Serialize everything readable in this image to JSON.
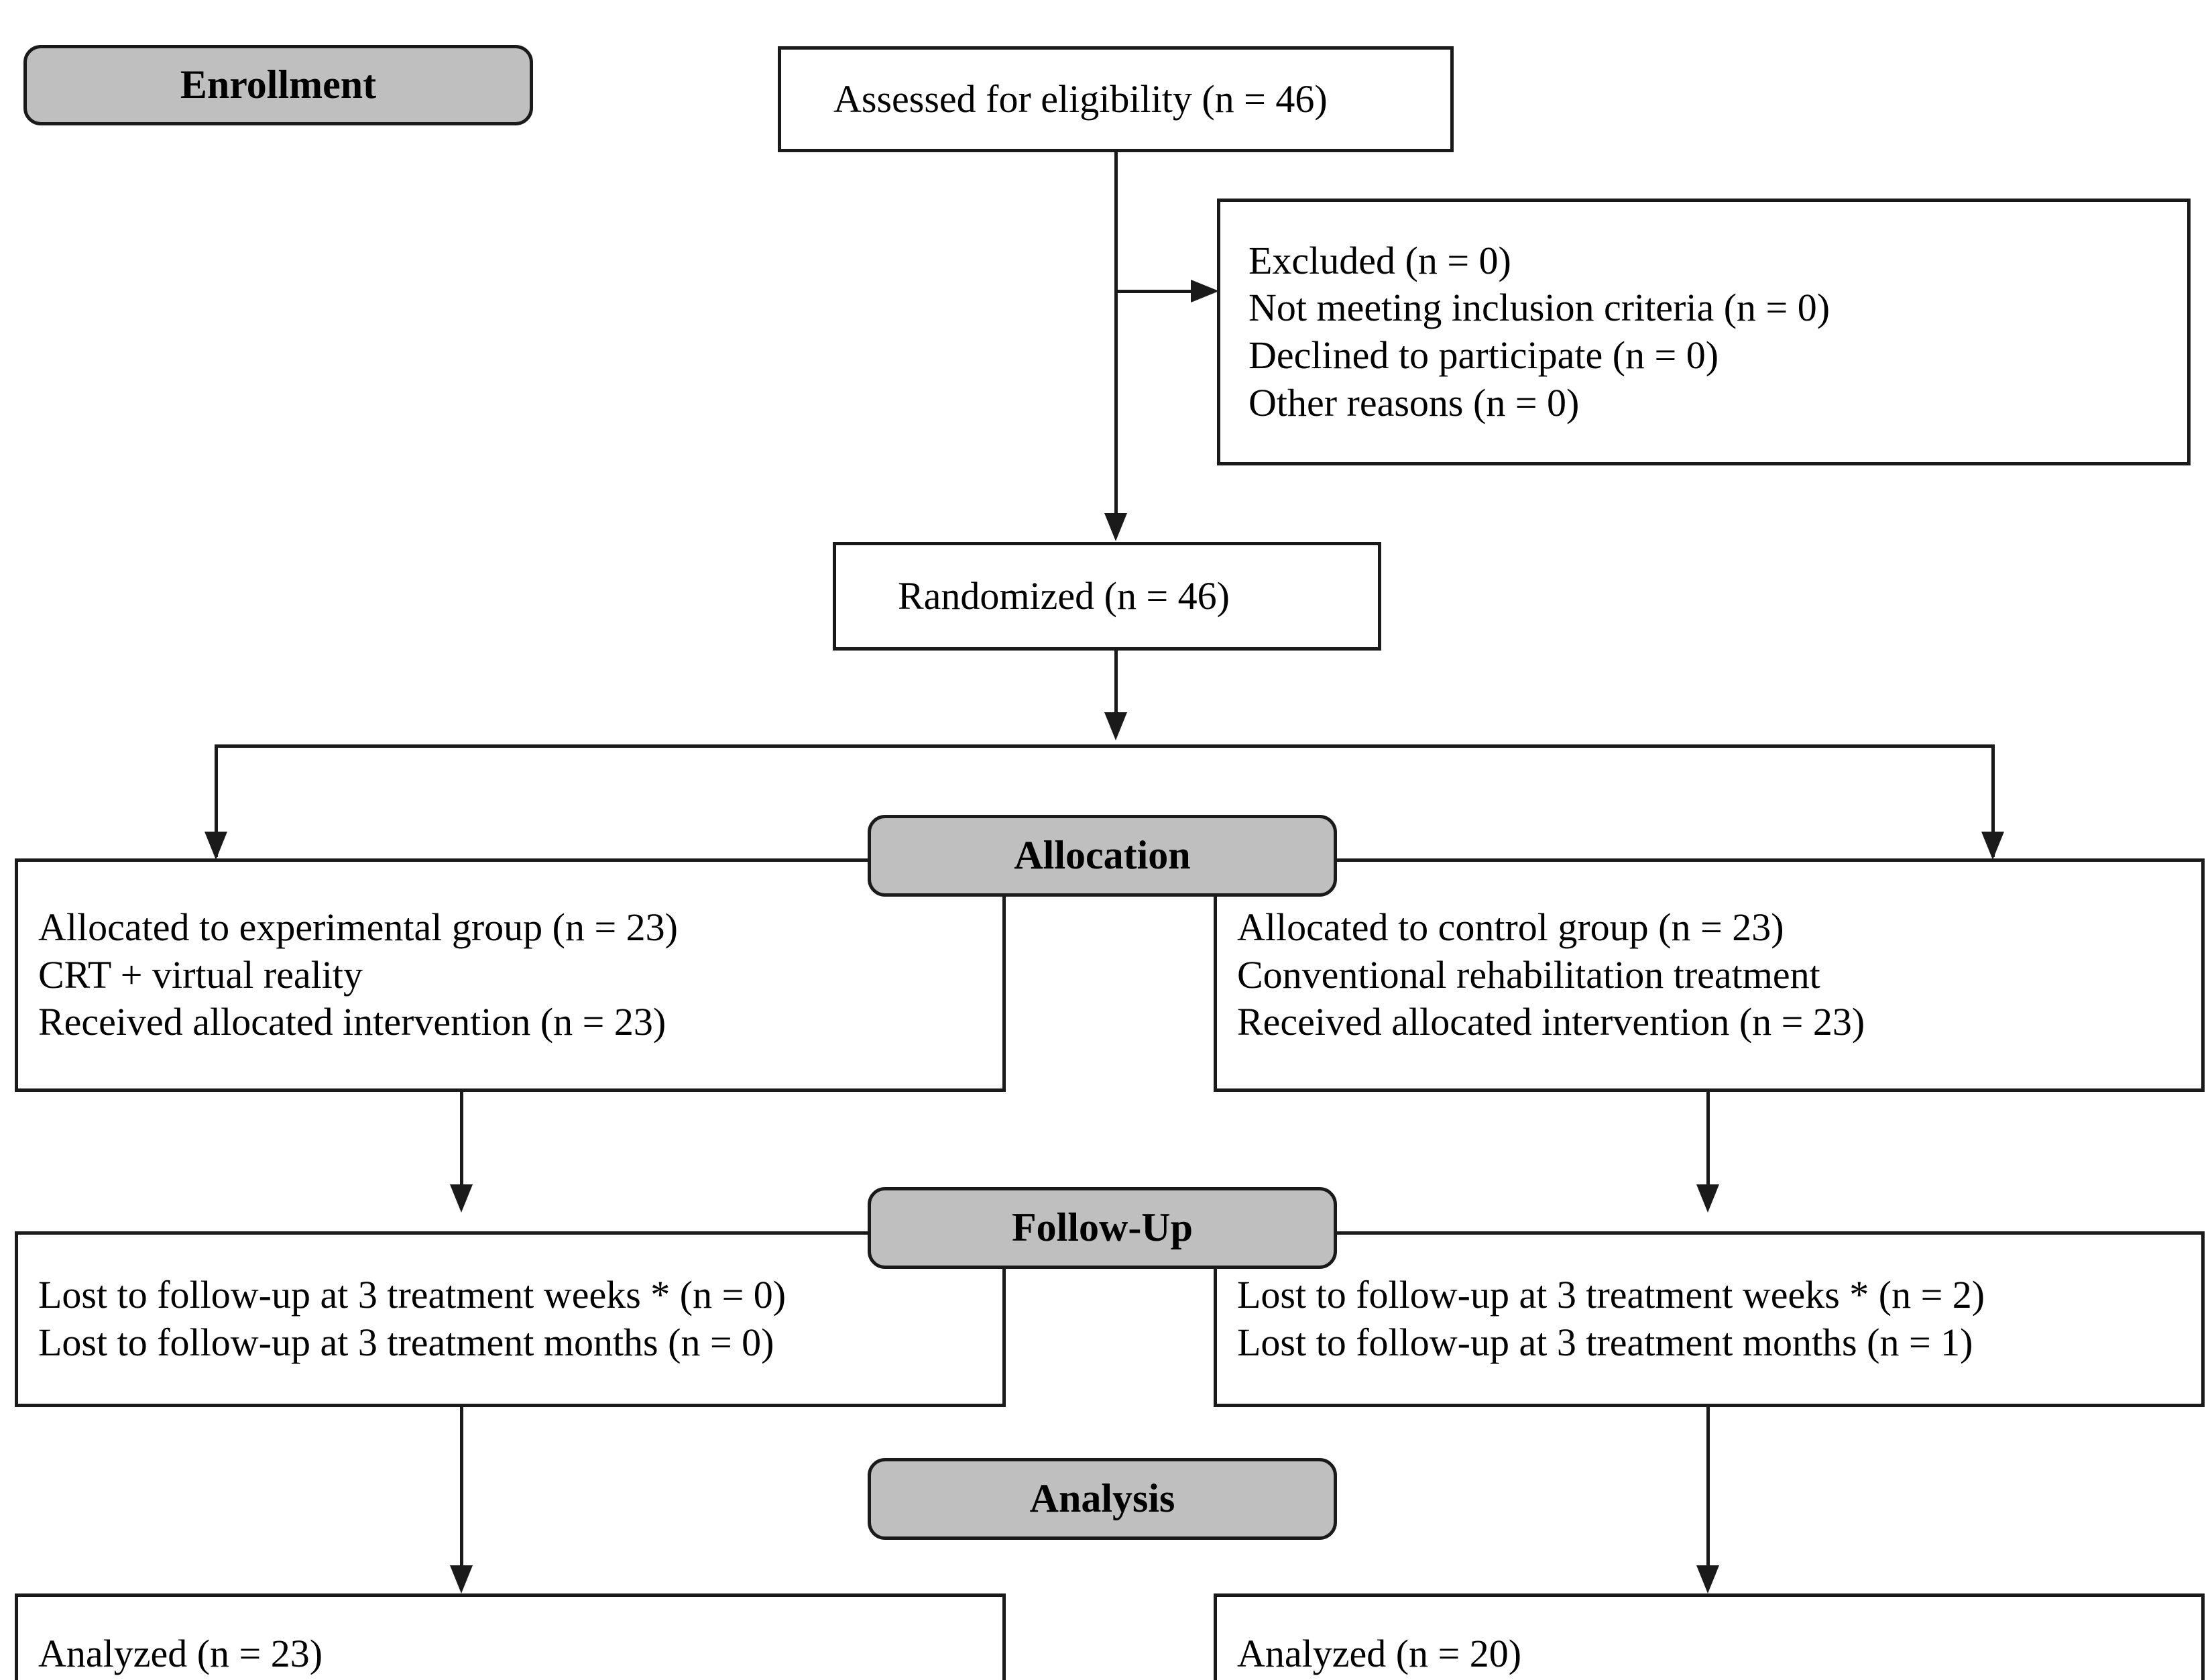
{
  "diagram": {
    "title": "CONSORT participant flow diagram",
    "colors": {
      "stage_fill": "#bfbfbf",
      "stroke": "#1a1a1a",
      "box_fill": "#ffffff"
    },
    "stages": {
      "enrollment": "Enrollment",
      "allocation": "Allocation",
      "followup": "Follow-Up",
      "analysis": "Analysis"
    },
    "enrollment": {
      "assessed": "Assessed for eligibility (n = 46)",
      "excluded": {
        "heading": "Excluded (n = 0)",
        "reasons": [
          "Not meeting inclusion criteria (n = 0)",
          "Declined to participate (n = 0)",
          "Other reasons (n = 0)"
        ]
      },
      "randomized": "Randomized (n = 46)"
    },
    "allocation": {
      "left": {
        "heading": "Allocated to experimental group (n = 23)",
        "detail": "CRT + virtual reality",
        "received": "Received allocated intervention (n = 23)"
      },
      "right": {
        "heading": "Allocated to control group (n = 23)",
        "detail": "Conventional rehabilitation treatment",
        "received": "Received allocated intervention (n = 23)"
      }
    },
    "followup": {
      "left": {
        "weeks": "Lost to follow-up at 3 treatment weeks * (n = 0)",
        "months": "Lost to follow-up at 3 treatment months (n = 0)"
      },
      "right": {
        "weeks": "Lost to follow-up at 3 treatment weeks * (n = 2)",
        "months": "Lost to follow-up at 3 treatment months (n = 1)"
      }
    },
    "analysis": {
      "left": "Analyzed (n = 23)",
      "right": "Analyzed (n = 20)"
    }
  }
}
